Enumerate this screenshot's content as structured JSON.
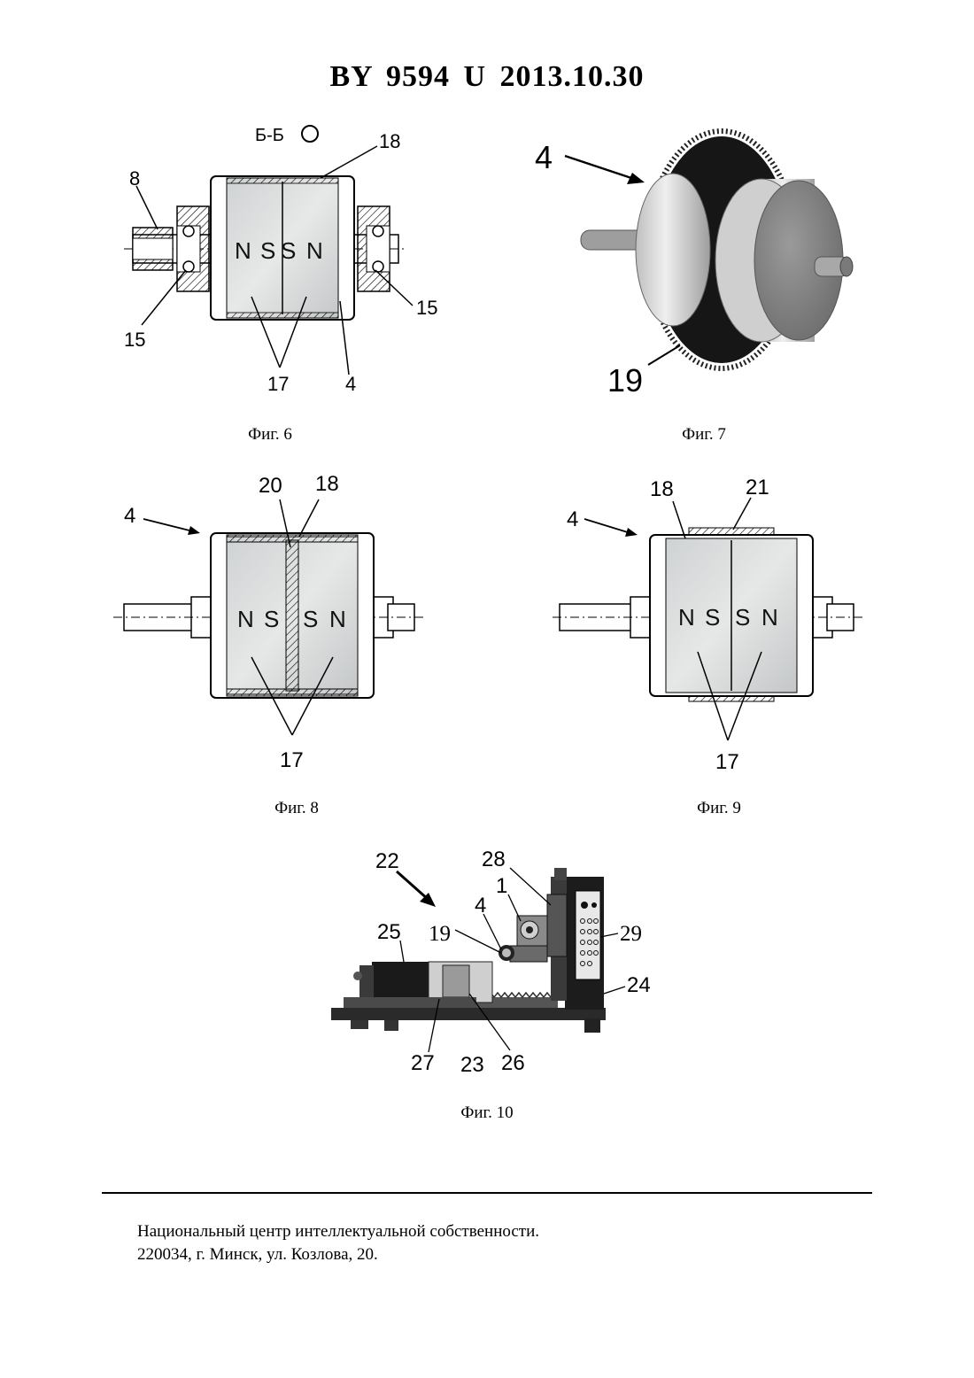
{
  "header": {
    "title": "BY 9594 U 2013.10.30"
  },
  "figures": {
    "fig6": {
      "caption": "Фиг. 6",
      "section": "Б-Б",
      "poles": [
        "N",
        "S",
        "S",
        "N"
      ],
      "labels": {
        "l8": "8",
        "l18": "18",
        "l15a": "15",
        "l15b": "15",
        "l17": "17",
        "l4": "4"
      }
    },
    "fig7": {
      "caption": "Фиг. 7",
      "labels": {
        "l4": "4",
        "l19": "19"
      }
    },
    "fig8": {
      "caption": "Фиг. 8",
      "poles": [
        "N",
        "S",
        "S",
        "N"
      ],
      "labels": {
        "l4": "4",
        "l20": "20",
        "l18": "18",
        "l17": "17"
      }
    },
    "fig9": {
      "caption": "Фиг. 9",
      "poles": [
        "N",
        "S",
        "S",
        "N"
      ],
      "labels": {
        "l4": "4",
        "l18": "18",
        "l21": "21",
        "l17": "17"
      }
    },
    "fig10": {
      "caption": "Фиг. 10",
      "labels": {
        "l22": "22",
        "l28": "28",
        "l1": "1",
        "l4": "4",
        "l19": "19",
        "l25": "25",
        "l29": "29",
        "l24": "24",
        "l27": "27",
        "l23": "23",
        "l26": "26"
      }
    }
  },
  "footer": {
    "line1": "Национальный центр интеллектуальной собственности.",
    "line2": "220034, г. Минск, ул. Козлова, 20."
  }
}
